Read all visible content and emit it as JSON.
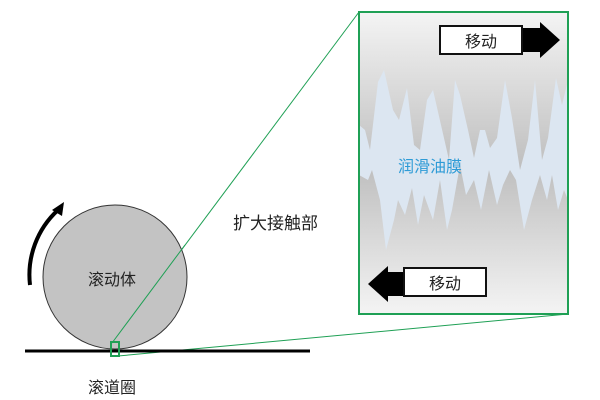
{
  "diagram": {
    "rolling_body_label": "滚动体",
    "raceway_label": "滚道圈",
    "magnify_label": "扩大接触部",
    "lubricant_film_label": "润滑油膜",
    "move_top_label": "移动",
    "move_bottom_label": "移动"
  },
  "colors": {
    "roller_fill": "#C3C3C3",
    "highlight_green": "#1FA055",
    "film_blue": "#DCE6F1",
    "film_text": "#2E9BD6",
    "surface_gray_dark": "#BDBDBD",
    "surface_gray_light": "#F2F2F2"
  }
}
